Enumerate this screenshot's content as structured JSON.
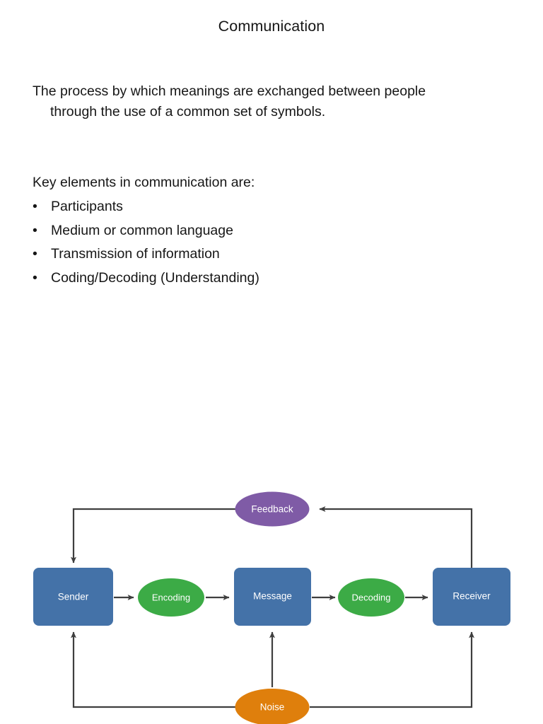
{
  "slide": {
    "title": "Communication",
    "body_line_1": "The process by which meanings are exchanged between people",
    "body_line_2": "through the use of a common set of symbols.",
    "key_lead": "Key elements in communication are:",
    "bullet_marker": "•",
    "bullets": [
      "Participants",
      "Medium or common language",
      "Transmission of information",
      "Coding/Decoding (Understanding)"
    ]
  },
  "diagram": {
    "type": "process-flow",
    "nodes": [
      {
        "id": "feedback",
        "label": "Feedback",
        "shape": "ellipse",
        "color": "#7f5ba6"
      },
      {
        "id": "sender",
        "label": "Sender",
        "shape": "rounded-rect",
        "color": "#4472a8"
      },
      {
        "id": "encoding",
        "label": "Encoding",
        "shape": "ellipse",
        "color": "#3cab46"
      },
      {
        "id": "message",
        "label": "Message",
        "shape": "rounded-rect",
        "color": "#4472a8"
      },
      {
        "id": "decoding",
        "label": "Decoding",
        "shape": "ellipse",
        "color": "#3cab46"
      },
      {
        "id": "receiver",
        "label": "Receiver",
        "shape": "rounded-rect",
        "color": "#4472a8"
      },
      {
        "id": "noise",
        "label": "Noise",
        "shape": "ellipse",
        "color": "#df7f0c"
      }
    ],
    "edges": [
      {
        "from": "sender",
        "to": "encoding",
        "style": "straight-arrow"
      },
      {
        "from": "encoding",
        "to": "message",
        "style": "straight-arrow"
      },
      {
        "from": "message",
        "to": "decoding",
        "style": "straight-arrow"
      },
      {
        "from": "decoding",
        "to": "receiver",
        "style": "straight-arrow"
      },
      {
        "from": "receiver",
        "to": "feedback",
        "style": "elbow-arrow"
      },
      {
        "from": "feedback",
        "to": "sender",
        "style": "elbow-arrow"
      },
      {
        "from": "noise",
        "to": "sender",
        "style": "elbow-arrow"
      },
      {
        "from": "noise",
        "to": "message",
        "style": "straight-arrow"
      },
      {
        "from": "noise",
        "to": "receiver",
        "style": "elbow-arrow"
      }
    ],
    "line_color": "#3f3f3f"
  }
}
